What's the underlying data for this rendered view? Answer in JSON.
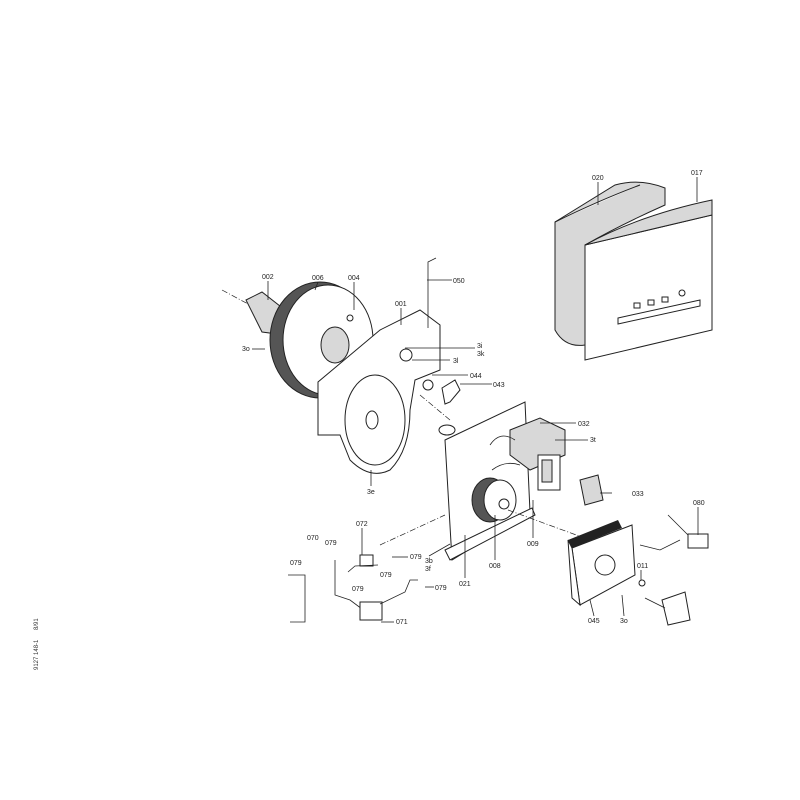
{
  "document": {
    "drawing_number": "9127 148-1",
    "date_code": "8/91"
  },
  "labels": {
    "p020": "020",
    "p017": "017",
    "p002": "002",
    "p006": "006",
    "p004": "004",
    "p050": "050",
    "p001": "001",
    "p3i": "3i",
    "p3k": "3k",
    "p3l": "3l",
    "p044": "044",
    "p043": "043",
    "p3o_left": "3o",
    "p3e": "3e",
    "p032": "032",
    "p3t": "3t",
    "p033": "033",
    "p080": "080",
    "p009": "009",
    "p008": "008",
    "p021": "021",
    "p3b": "3b",
    "p3f": "3f",
    "p072": "072",
    "p070": "070",
    "p079_a": "079",
    "p079_b": "079",
    "p079_c": "079",
    "p079_d": "079",
    "p079_e": "079",
    "p079_f": "079",
    "p071": "071",
    "p011": "011",
    "p045": "045",
    "p3o_right": "3o"
  }
}
